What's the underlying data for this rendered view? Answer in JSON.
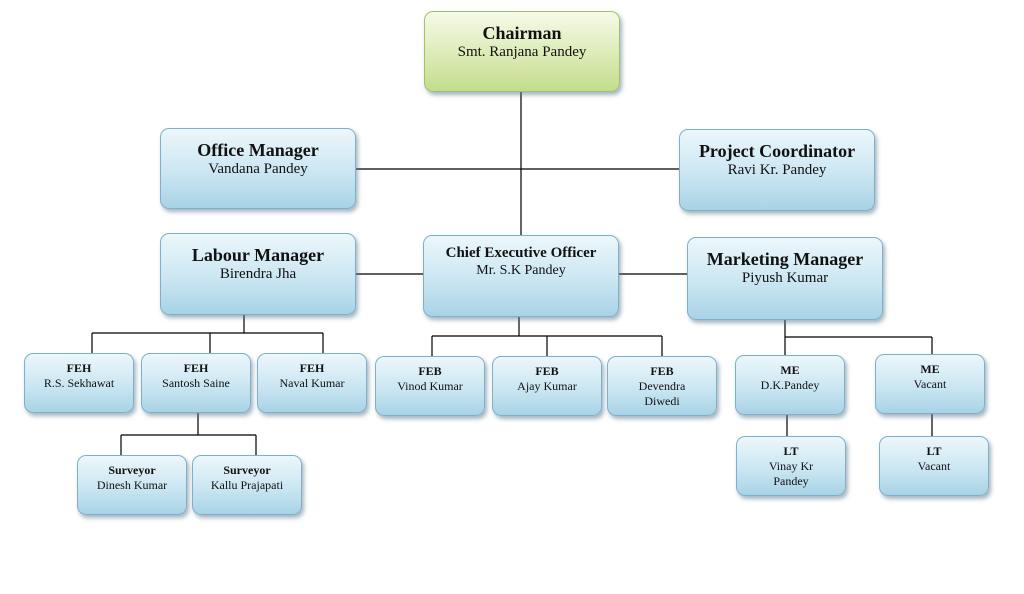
{
  "chairman": {
    "title": "Chairman",
    "name": "Smt. Ranjana Pandey"
  },
  "office_manager": {
    "title": "Office Manager",
    "name": "Vandana Pandey"
  },
  "project_coordinator": {
    "title": "Project Coordinator",
    "name": "Ravi Kr. Pandey"
  },
  "labour_manager": {
    "title": "Labour Manager",
    "name": "Birendra Jha"
  },
  "ceo": {
    "title": "Chief Executive Officer",
    "name": "Mr. S.K Pandey"
  },
  "marketing_manager": {
    "title": "Marketing Manager",
    "name": "Piyush Kumar"
  },
  "feh": [
    {
      "title": "FEH",
      "name": "R.S. Sekhawat"
    },
    {
      "title": "FEH",
      "name": "Santosh Saine"
    },
    {
      "title": "FEH",
      "name": "Naval Kumar"
    }
  ],
  "feb": [
    {
      "title": "FEB",
      "name": "Vinod Kumar"
    },
    {
      "title": "FEB",
      "name": "Ajay Kumar"
    },
    {
      "title": "FEB",
      "name": "Devendra Diwedi"
    }
  ],
  "surveyor": [
    {
      "title": "Surveyor",
      "name": "Dinesh Kumar"
    },
    {
      "title": "Surveyor",
      "name": "Kallu Prajapati"
    }
  ],
  "me": [
    {
      "title": "ME",
      "name": "D.K.Pandey"
    },
    {
      "title": "ME",
      "name": "Vacant"
    }
  ],
  "lt": [
    {
      "title": "LT",
      "name": "Vinay Kr Pandey"
    },
    {
      "title": "LT",
      "name": "Vacant"
    }
  ]
}
